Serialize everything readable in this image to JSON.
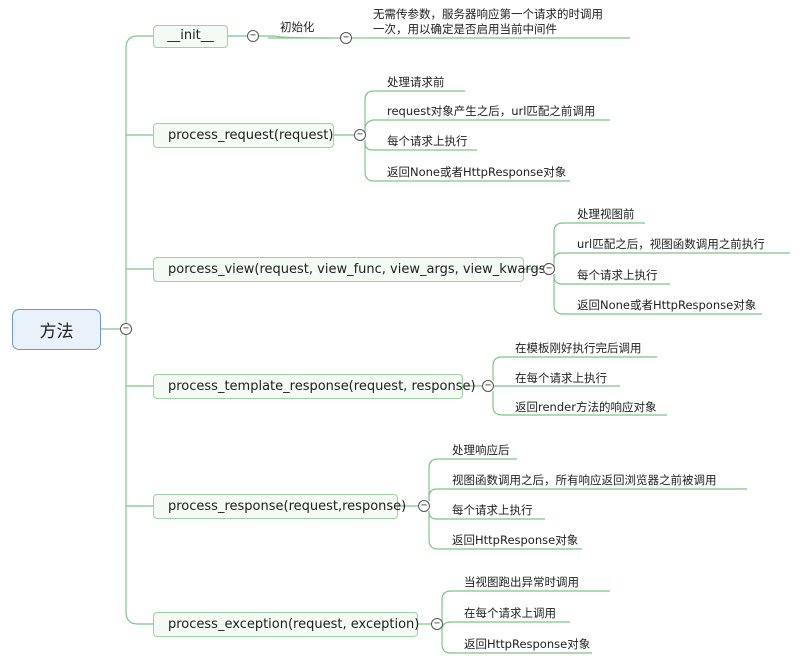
{
  "root": {
    "label": "方法"
  },
  "methods": [
    {
      "label": "__init__",
      "mid": "初始化",
      "notes": [
        "无需传参数，服务器响应第一个请求的时调用",
        "一次，用以确定是否启用当前中间件"
      ]
    },
    {
      "label": "process_request(request)",
      "notes": [
        "处理请求前",
        "request对象产生之后，url匹配之前调用",
        "每个请求上执行",
        "返回None或者HttpResponse对象"
      ]
    },
    {
      "label": "porcess_view(request, view_func, view_args, view_kwargs)",
      "notes": [
        "处理视图前",
        "url匹配之后，视图函数调用之前执行",
        "每个请求上执行",
        "返回None或者HttpResponse对象"
      ]
    },
    {
      "label": "process_template_response(request, response)",
      "notes": [
        "在模板刚好执行完后调用",
        "在每个请求上执行",
        "返回render方法的响应对象"
      ]
    },
    {
      "label": "process_response(request,response)",
      "notes": [
        "处理响应后",
        "视图函数调用之后，所有响应返回浏览器之前被调用",
        "每个请求上执行",
        "返回HttpResponse对象"
      ]
    },
    {
      "label": "process_exception(request, exception)",
      "notes": [
        "当视图跑出异常时调用",
        "在每个请求上调用",
        "返回HttpResponse对象"
      ]
    }
  ],
  "toggle_symbol": "−"
}
